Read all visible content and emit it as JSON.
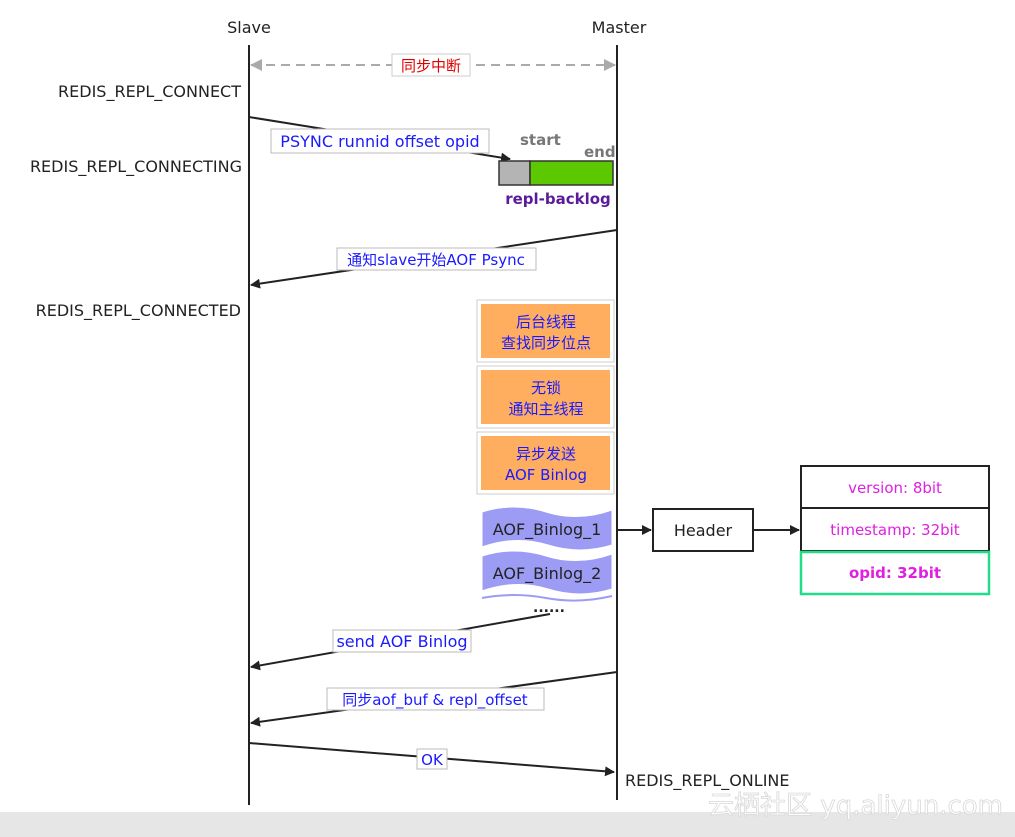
{
  "lifelines": {
    "slave": "Slave",
    "master": "Master"
  },
  "interrupt_label": "同步中断",
  "states": {
    "connect": "REDIS_REPL_CONNECT",
    "connecting": "REDIS_REPL_CONNECTING",
    "connected": "REDIS_REPL_CONNECTED",
    "online": "REDIS_REPL_ONLINE"
  },
  "messages": {
    "psync": "PSYNC runnid offset opid",
    "notify_aof_psync": "通知slave开始AOF Psync",
    "send_aof_binlog": "send AOF Binlog",
    "sync_buf_offset": "同步aof_buf & repl_offset",
    "ok": "OK"
  },
  "backlog": {
    "label": "repl-backlog",
    "start_label": "start",
    "end_label": "end"
  },
  "process_boxes": [
    {
      "line1": "后台线程",
      "line2": "查找同步位点"
    },
    {
      "line1": "无锁",
      "line2": "通知主线程"
    },
    {
      "line1": "异步发送",
      "line2": "AOF Binlog"
    }
  ],
  "binlogs": [
    "AOF_Binlog_1",
    "AOF_Binlog_2"
  ],
  "ellipsis": "......",
  "header_box": "Header",
  "header_fields": [
    "version: 8bit",
    "timestamp: 32bit",
    "opid: 32bit"
  ],
  "watermark": "云栖社区 yq.aliyun.com",
  "colors": {
    "message_text": "#1a1aff",
    "interrupt_text": "#e00000",
    "backlog_label": "#5a1a9a",
    "backlog_green": "#5cc800",
    "backlog_gray": "#b4b4b4",
    "orange_box": "#ffae60",
    "binlog_wave": "#9c9cf5",
    "field_text": "#e020e0",
    "opid_border": "#22dd88"
  }
}
